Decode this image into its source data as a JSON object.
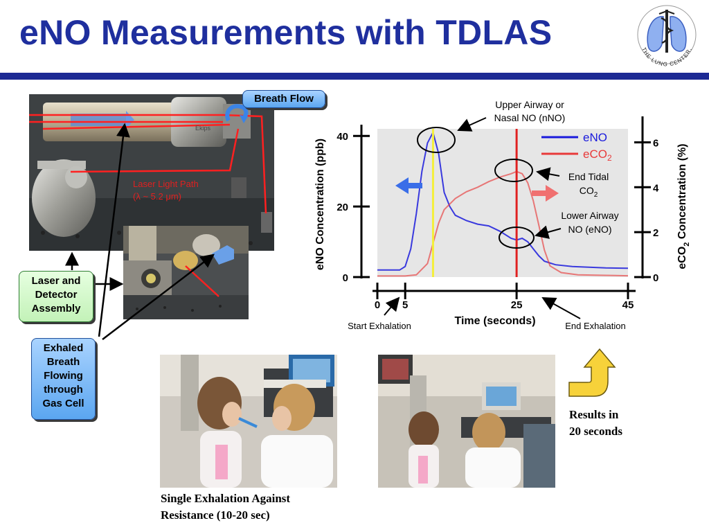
{
  "title": "eNO Measurements with TDLAS",
  "logo_text": "THE LUNG CENTER, INC.",
  "apparatus": {
    "breath_flow": "Breath Flow",
    "laser_path_line1": "Laser Light Path",
    "laser_path_line2": "(λ ~ 5.2 μm)",
    "brand_label": "Ekips",
    "laser_detector": [
      "Laser and",
      "Detector",
      "Assembly"
    ],
    "exhaled_breath": [
      "Exhaled",
      "Breath",
      "Flowing",
      "through",
      "Gas Cell"
    ]
  },
  "chart_data": {
    "type": "line",
    "xlabel": "Time (seconds)",
    "ylabel_left": "eNO Concentration (ppb)",
    "ylabel_right_prefix": "eCO",
    "ylabel_right_sub": "2",
    "ylabel_right_suffix": " Concentration (%)",
    "x_ticks": [
      0,
      5,
      25,
      45
    ],
    "y_left_ticks": [
      0,
      20,
      40
    ],
    "y_right_ticks": [
      0,
      2,
      4,
      6
    ],
    "ylim_left": [
      0,
      42
    ],
    "ylim_right": [
      0,
      6.6
    ],
    "xlim": [
      0,
      45
    ],
    "series": [
      {
        "name": "eNO",
        "color": "#1a1adc",
        "axis": "left",
        "x": [
          0,
          2,
          4,
          5,
          6,
          7,
          8,
          9,
          10,
          11,
          12,
          13,
          14,
          16,
          18,
          20,
          22,
          24,
          25,
          26,
          27,
          28,
          29,
          30,
          32,
          35,
          38,
          41,
          45
        ],
        "y": [
          2,
          2,
          2,
          3,
          8,
          18,
          30,
          38,
          41,
          35,
          24,
          20,
          17.5,
          16,
          15,
          14.5,
          13,
          11,
          10.5,
          11,
          10,
          8,
          6,
          4.5,
          3.5,
          3,
          2.8,
          2.6,
          2.5
        ]
      },
      {
        "name": "eCO",
        "name_sub": "2",
        "color": "#e83a3a",
        "axis": "right",
        "x": [
          0,
          3,
          5,
          7,
          9,
          10,
          11,
          12,
          14,
          16,
          18,
          20,
          22,
          24,
          25,
          26,
          27,
          28,
          29,
          30,
          31,
          33,
          36,
          40,
          45
        ],
        "y": [
          0.05,
          0.05,
          0.05,
          0.1,
          0.6,
          1.5,
          2.4,
          3.0,
          3.5,
          3.8,
          4.0,
          4.25,
          4.45,
          4.6,
          4.7,
          4.6,
          4.2,
          3.4,
          2.3,
          1.2,
          0.5,
          0.2,
          0.1,
          0.08,
          0.06
        ]
      }
    ],
    "markers": {
      "yellow_line_x": 10,
      "red_line_x": 25
    },
    "legend": "top-right",
    "annotations": {
      "upper_airway": [
        "Upper Airway or",
        "Nasal NO (nNO)"
      ],
      "end_tidal": "End Tidal",
      "end_tidal_co": "CO",
      "end_tidal_sub": "2",
      "lower_airway": [
        "Lower Airway",
        "NO (eNO)"
      ],
      "start_exhalation": "Start Exhalation",
      "end_exhalation": "End Exhalation"
    },
    "grid": false
  },
  "results": [
    "Results in",
    "20 seconds"
  ],
  "caption": [
    "Single Exhalation Against",
    "Resistance (10-20 sec)"
  ]
}
